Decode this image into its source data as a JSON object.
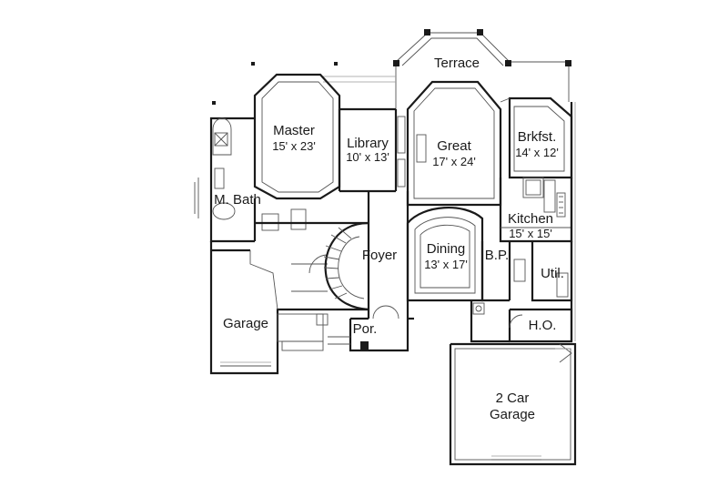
{
  "rooms": {
    "terrace": {
      "name": "Terrace"
    },
    "master": {
      "name": "Master",
      "dims": "15' x 23'"
    },
    "library": {
      "name": "Library",
      "dims": "10' x 13'"
    },
    "great": {
      "name": "Great",
      "dims": "17' x 24'"
    },
    "breakfast": {
      "name": "Brkfst.",
      "dims": "14' x 12'"
    },
    "master_bath": {
      "name": "M. Bath"
    },
    "kitchen": {
      "name": "Kitchen",
      "dims": "15' x 15'"
    },
    "foyer": {
      "name": "Foyer"
    },
    "dining": {
      "name": "Dining",
      "dims": "13' x 17'"
    },
    "butler_pantry": {
      "name": "B.P."
    },
    "utility": {
      "name": "Util."
    },
    "garage": {
      "name": "Garage"
    },
    "home_office": {
      "name": "H.O."
    },
    "porch": {
      "name": "Por."
    },
    "two_car_garage": {
      "name": "2 Car",
      "name_line2": "Garage"
    }
  }
}
